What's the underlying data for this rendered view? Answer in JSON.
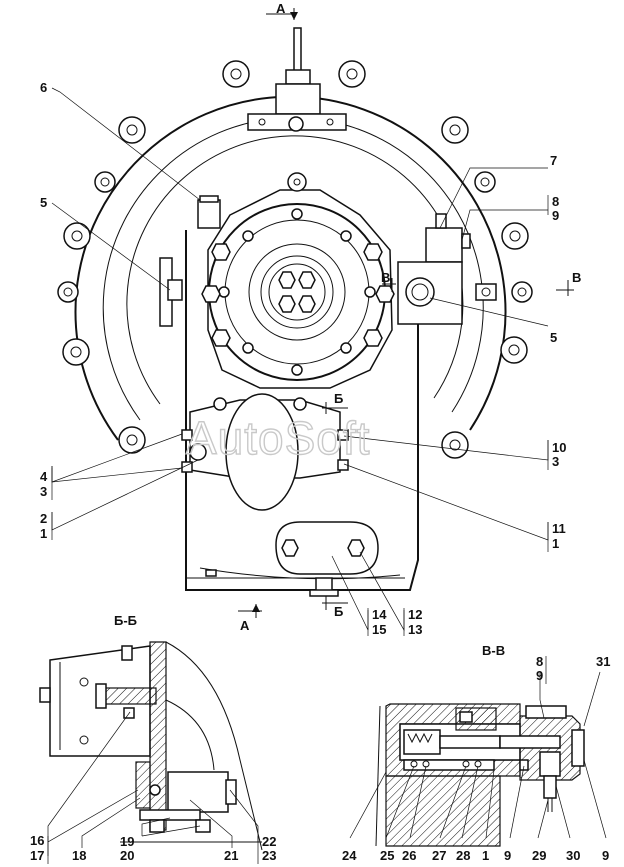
{
  "watermark": "AutoSoft",
  "section_labels": {
    "a_top": "А",
    "a_bottom": "А",
    "b_top": "Б",
    "b_bottom": "Б",
    "v_left": "В",
    "v_right": "В",
    "bb_title": "Б-Б",
    "vv_title": "В-В"
  },
  "callouts_main": {
    "c6": "6",
    "c5_left": "5",
    "c7": "7",
    "c8": "8",
    "c9": "9",
    "c5_right": "5",
    "c4": "4",
    "c3_left": "3",
    "c2": "2",
    "c1_left": "1",
    "c10": "10",
    "c3_right": "3",
    "c11": "11",
    "c1_right": "1",
    "c14": "14",
    "c15": "15",
    "c12": "12",
    "c13": "13"
  },
  "callouts_bb": {
    "c16": "16",
    "c17": "17",
    "c18": "18",
    "c19": "19",
    "c20": "20",
    "c21": "21",
    "c22": "22",
    "c23": "23"
  },
  "callouts_vv": {
    "c8": "8",
    "c9_top": "9",
    "c31": "31",
    "c24": "24",
    "c25": "25",
    "c26": "26",
    "c27": "27",
    "c28": "28",
    "c1": "1",
    "c9_a": "9",
    "c29": "29",
    "c30": "30",
    "c9_b": "9"
  }
}
